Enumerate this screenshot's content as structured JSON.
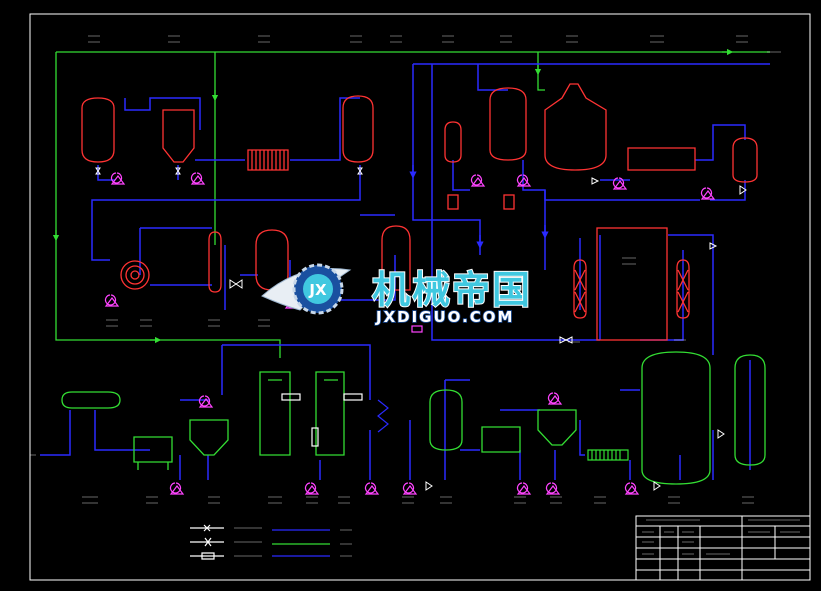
{
  "watermark": {
    "brand": "机械帝国",
    "site": "JXDIGUO.COM",
    "emblem": "JX"
  },
  "palette": {
    "background": "#000000",
    "frame": "#ffffff",
    "process_line": "#2a2aff",
    "water_line": "#33dd33",
    "equipment_red": "#ff3333",
    "equipment_green": "#33dd33",
    "pump_magenta": "#ff44ff",
    "valve_white": "#ffffff",
    "watermark_cyan": "#40c8e0",
    "watermark_blue": "#1a50a0"
  },
  "diagram": {
    "kind": "process-flow-diagram"
  }
}
